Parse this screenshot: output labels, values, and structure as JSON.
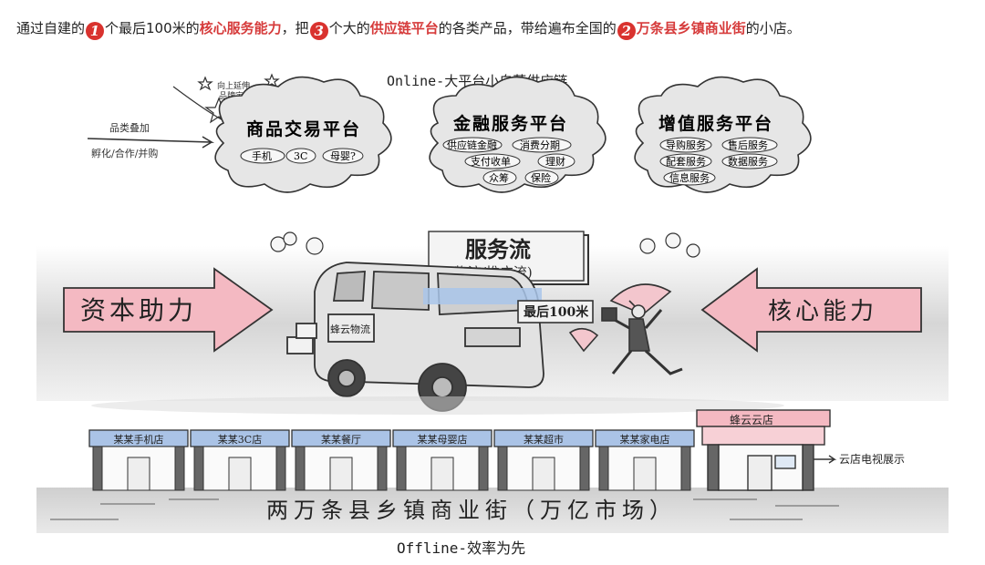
{
  "headline": {
    "p1": "通过自建的",
    "n1": "1",
    "p2": "个最后100米的",
    "h1": "核心服务能力",
    "p3": "，把",
    "n2": "3",
    "p4": "个大的",
    "h2": "供应链平台",
    "p5": "的各类产品，带给遍布全国的",
    "n3": "2",
    "h3": "万条县乡镇商业街",
    "p6": "的小店。"
  },
  "online_label": "Online-大平台小自营供应链",
  "offline_label": "Offline-效率为先",
  "side_notes": {
    "top": "向上延伸",
    "top2": "品牌定制",
    "left1": "品类叠加",
    "left2": "孵化/合作/并购"
  },
  "clouds": [
    {
      "title": "商品交易平台",
      "tags": [
        "手机",
        "3C",
        "母婴?"
      ]
    },
    {
      "title": "金融服务平台",
      "tags": [
        "供应链金融",
        "消费分期",
        "支付收单",
        "理财",
        "众筹",
        "保险"
      ]
    },
    {
      "title": "增值服务平台",
      "tags": [
        "导购服务",
        "售后服务",
        "配套服务",
        "数据服务",
        "信息服务"
      ]
    }
  ],
  "service_flow": {
    "title": "服务流",
    "subtitle": "(物流/推广流)"
  },
  "last_mile": "最后100米",
  "van_label": "蜂云物流",
  "left_arrow": "资本助力",
  "right_arrow": "核心能力",
  "shops": [
    "某某手机店",
    "某某3C店",
    "某某餐厅",
    "某某母婴店",
    "某某超市",
    "某某家电店"
  ],
  "cloud_store": "蜂云云店",
  "cloud_store_note": "云店电视展示",
  "road": "两万条县乡镇商业街（万亿市场）",
  "colors": {
    "pink": "#f4b9c2",
    "red": "#d9322e",
    "shop_blue": "#aac3e6"
  }
}
